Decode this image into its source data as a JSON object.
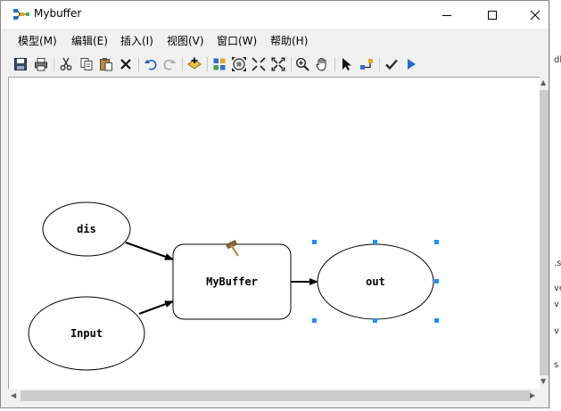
{
  "window": {
    "title": "Mybuffer"
  },
  "menu": [
    "模型(M)",
    "编辑(E)",
    "插入(I)",
    "视图(V)",
    "窗口(W)",
    "帮助(H)"
  ],
  "toolbar": [
    "save-icon",
    "print-icon",
    "cut-icon",
    "copy-icon",
    "paste-icon",
    "delete-icon",
    "undo-icon",
    "redo-icon",
    "add-data-icon",
    "auto-layout-icon",
    "full-extent-icon",
    "zoom-in-fixed-icon",
    "zoom-out-fixed-icon",
    "zoom-in-icon",
    "pan-icon",
    "select-icon",
    "connect-icon",
    "validate-icon",
    "run-icon"
  ],
  "model": {
    "nodes": {
      "dis": "dis",
      "input": "Input",
      "tool": "MyBuffer",
      "out": "out"
    }
  },
  "background": {
    "fragments": [
      "dl",
      ".s",
      "ve",
      "v",
      "v",
      "s"
    ]
  },
  "colors": {
    "accent": "#1e7fd9",
    "selection_handle": "#1e90ff",
    "run_blue": "#1f6fd1",
    "validate_dark": "#2b2b2b"
  }
}
